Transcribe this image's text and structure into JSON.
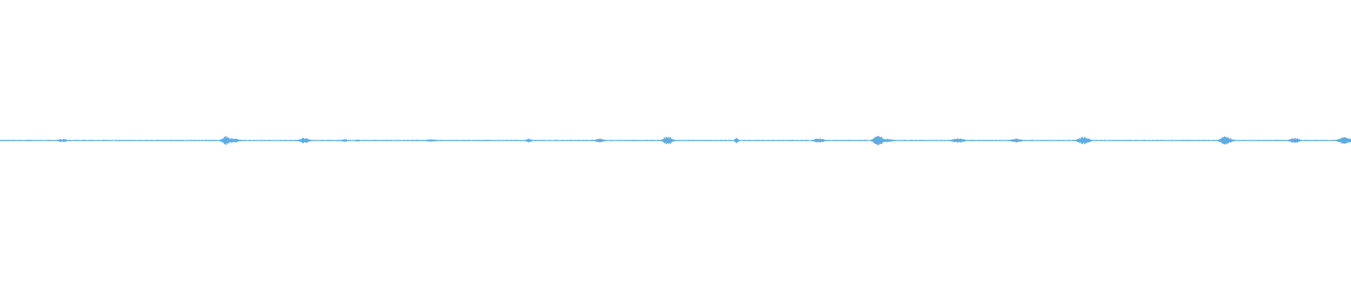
{
  "waveform": {
    "color": "#5dade2",
    "background": "#ffffff",
    "amplitude_scale": 1.0,
    "bursts": [
      {
        "t": 0.021,
        "amp": 0.006,
        "len": 0.006
      },
      {
        "t": 0.046,
        "amp": 0.012,
        "len": 0.01
      },
      {
        "t": 0.095,
        "amp": 0.005,
        "len": 0.006
      },
      {
        "t": 0.118,
        "amp": 0.004,
        "len": 0.004
      },
      {
        "t": 0.167,
        "amp": 0.035,
        "len": 0.008
      },
      {
        "t": 0.171,
        "amp": 0.018,
        "len": 0.016
      },
      {
        "t": 0.225,
        "amp": 0.022,
        "len": 0.01
      },
      {
        "t": 0.255,
        "amp": 0.01,
        "len": 0.008
      },
      {
        "t": 0.264,
        "amp": 0.008,
        "len": 0.006
      },
      {
        "t": 0.319,
        "amp": 0.01,
        "len": 0.012
      },
      {
        "t": 0.391,
        "amp": 0.014,
        "len": 0.006
      },
      {
        "t": 0.444,
        "amp": 0.014,
        "len": 0.01
      },
      {
        "t": 0.494,
        "amp": 0.03,
        "len": 0.01
      },
      {
        "t": 0.545,
        "amp": 0.02,
        "len": 0.004
      },
      {
        "t": 0.606,
        "amp": 0.016,
        "len": 0.012
      },
      {
        "t": 0.65,
        "amp": 0.036,
        "len": 0.01
      },
      {
        "t": 0.655,
        "amp": 0.014,
        "len": 0.016
      },
      {
        "t": 0.709,
        "amp": 0.016,
        "len": 0.014
      },
      {
        "t": 0.752,
        "amp": 0.014,
        "len": 0.012
      },
      {
        "t": 0.802,
        "amp": 0.028,
        "len": 0.012
      },
      {
        "t": 0.841,
        "amp": 0.004,
        "len": 0.006
      },
      {
        "t": 0.907,
        "amp": 0.03,
        "len": 0.012
      },
      {
        "t": 0.958,
        "amp": 0.02,
        "len": 0.01
      },
      {
        "t": 0.995,
        "amp": 0.028,
        "len": 0.012
      }
    ]
  }
}
